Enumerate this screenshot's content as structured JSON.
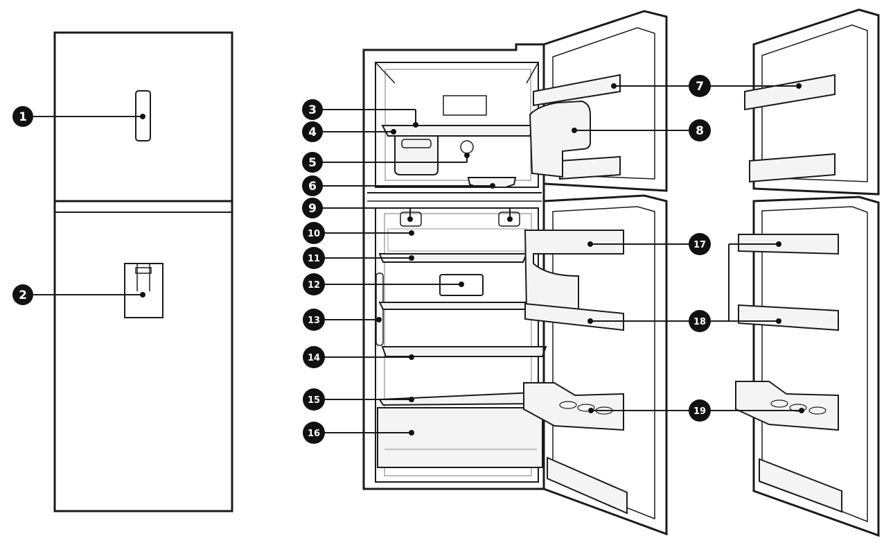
{
  "diagram": {
    "callouts": [
      {
        "id": "c1",
        "label": "1"
      },
      {
        "id": "c2",
        "label": "2"
      },
      {
        "id": "c3",
        "label": "3"
      },
      {
        "id": "c4",
        "label": "4"
      },
      {
        "id": "c5",
        "label": "5"
      },
      {
        "id": "c6",
        "label": "6"
      },
      {
        "id": "c7",
        "label": "7"
      },
      {
        "id": "c8",
        "label": "8"
      },
      {
        "id": "c9",
        "label": "9"
      },
      {
        "id": "c10",
        "label": "10"
      },
      {
        "id": "c11",
        "label": "11"
      },
      {
        "id": "c12",
        "label": "12"
      },
      {
        "id": "c13",
        "label": "13"
      },
      {
        "id": "c14",
        "label": "14"
      },
      {
        "id": "c15",
        "label": "15"
      },
      {
        "id": "c16",
        "label": "16"
      },
      {
        "id": "c17",
        "label": "17"
      },
      {
        "id": "c18",
        "label": "18"
      },
      {
        "id": "c19",
        "label": "19"
      }
    ],
    "colors": {
      "line": "#1a1a1a",
      "badge": "#111111",
      "badge_text": "#ffffff",
      "fill": "#f4f4f4"
    }
  }
}
